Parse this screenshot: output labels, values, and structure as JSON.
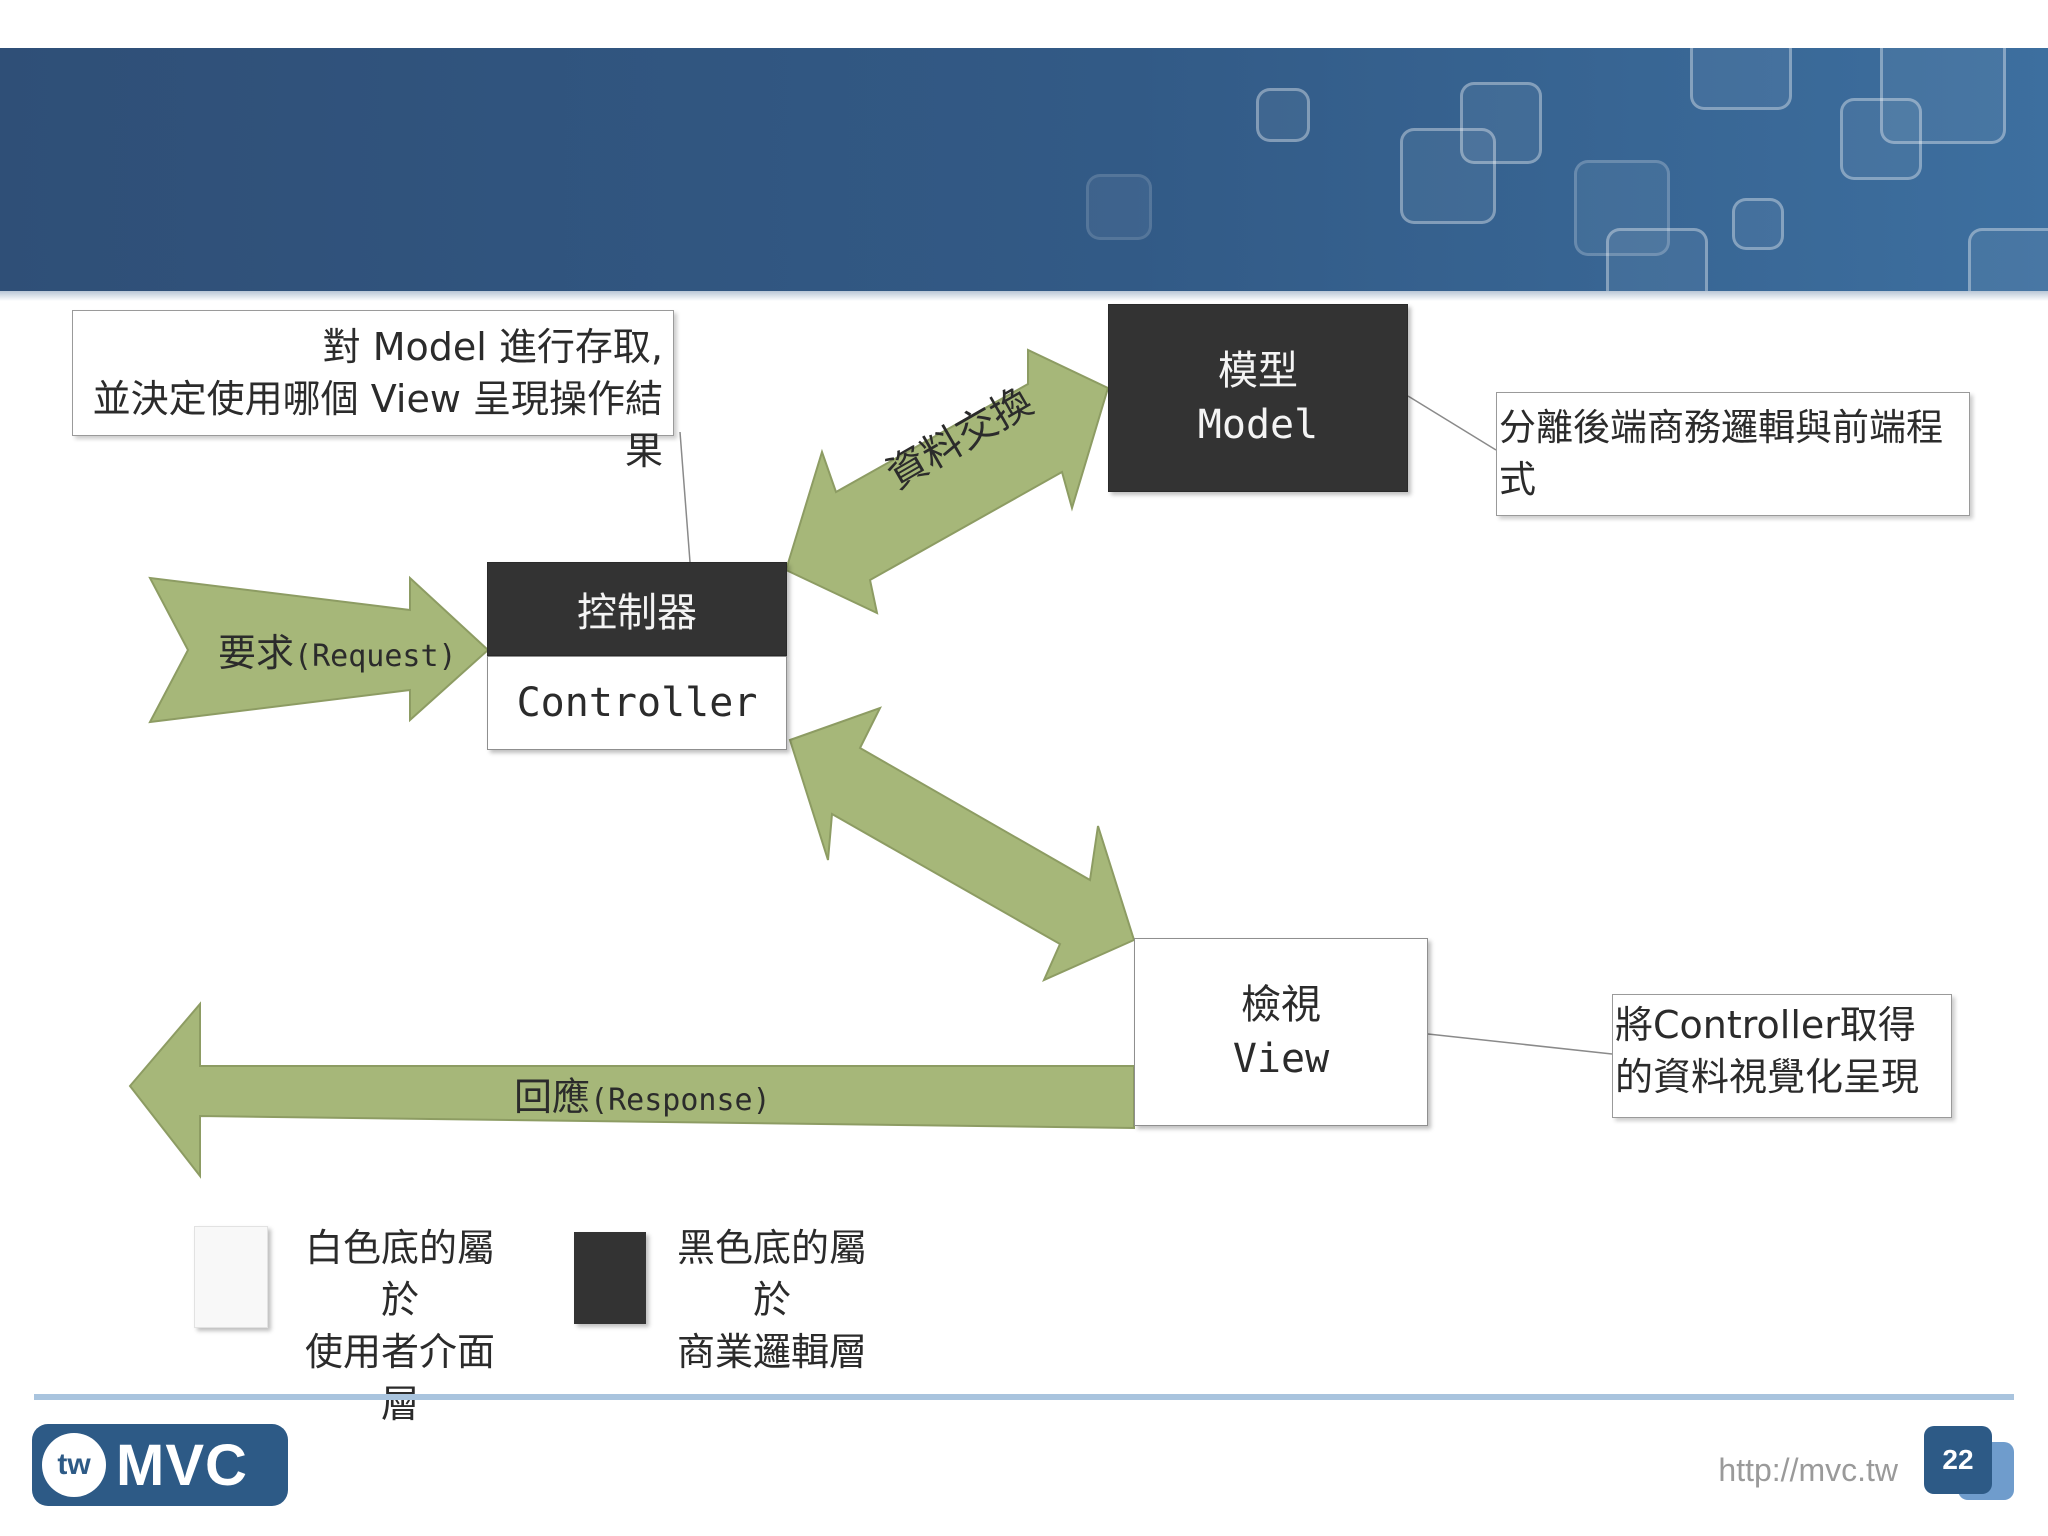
{
  "colors": {
    "header": "#2f4f77",
    "arrow_fill": "#a6b779",
    "dark_box": "#333333",
    "footer_line": "#a9c4de",
    "logo": "#2d5a86"
  },
  "controller": {
    "title": "控制器",
    "subtitle": "Controller"
  },
  "model": {
    "title": "模型",
    "subtitle": "Model"
  },
  "view": {
    "title": "檢視",
    "subtitle": "View"
  },
  "notes": {
    "controller": [
      "對 Model 進行存取,",
      "並決定使用哪個 View 呈現操作結果"
    ],
    "model": "分離後端商務邏輯與前端程式",
    "view": [
      "將Controller取得",
      "的資料視覺化呈現"
    ]
  },
  "arrows": {
    "request_cn": "要求",
    "request_en": "(Request)",
    "data_exchange": "資料交換",
    "response_cn": "回應",
    "response_en": "(Response)"
  },
  "legend": {
    "white": [
      "白色底的屬於",
      "使用者介面層"
    ],
    "black": [
      "黑色底的屬於",
      "商業邏輯層"
    ]
  },
  "footer": {
    "logo_badge": "tw",
    "logo_text": "MVC",
    "url": "http://mvc.tw",
    "page": "22"
  }
}
